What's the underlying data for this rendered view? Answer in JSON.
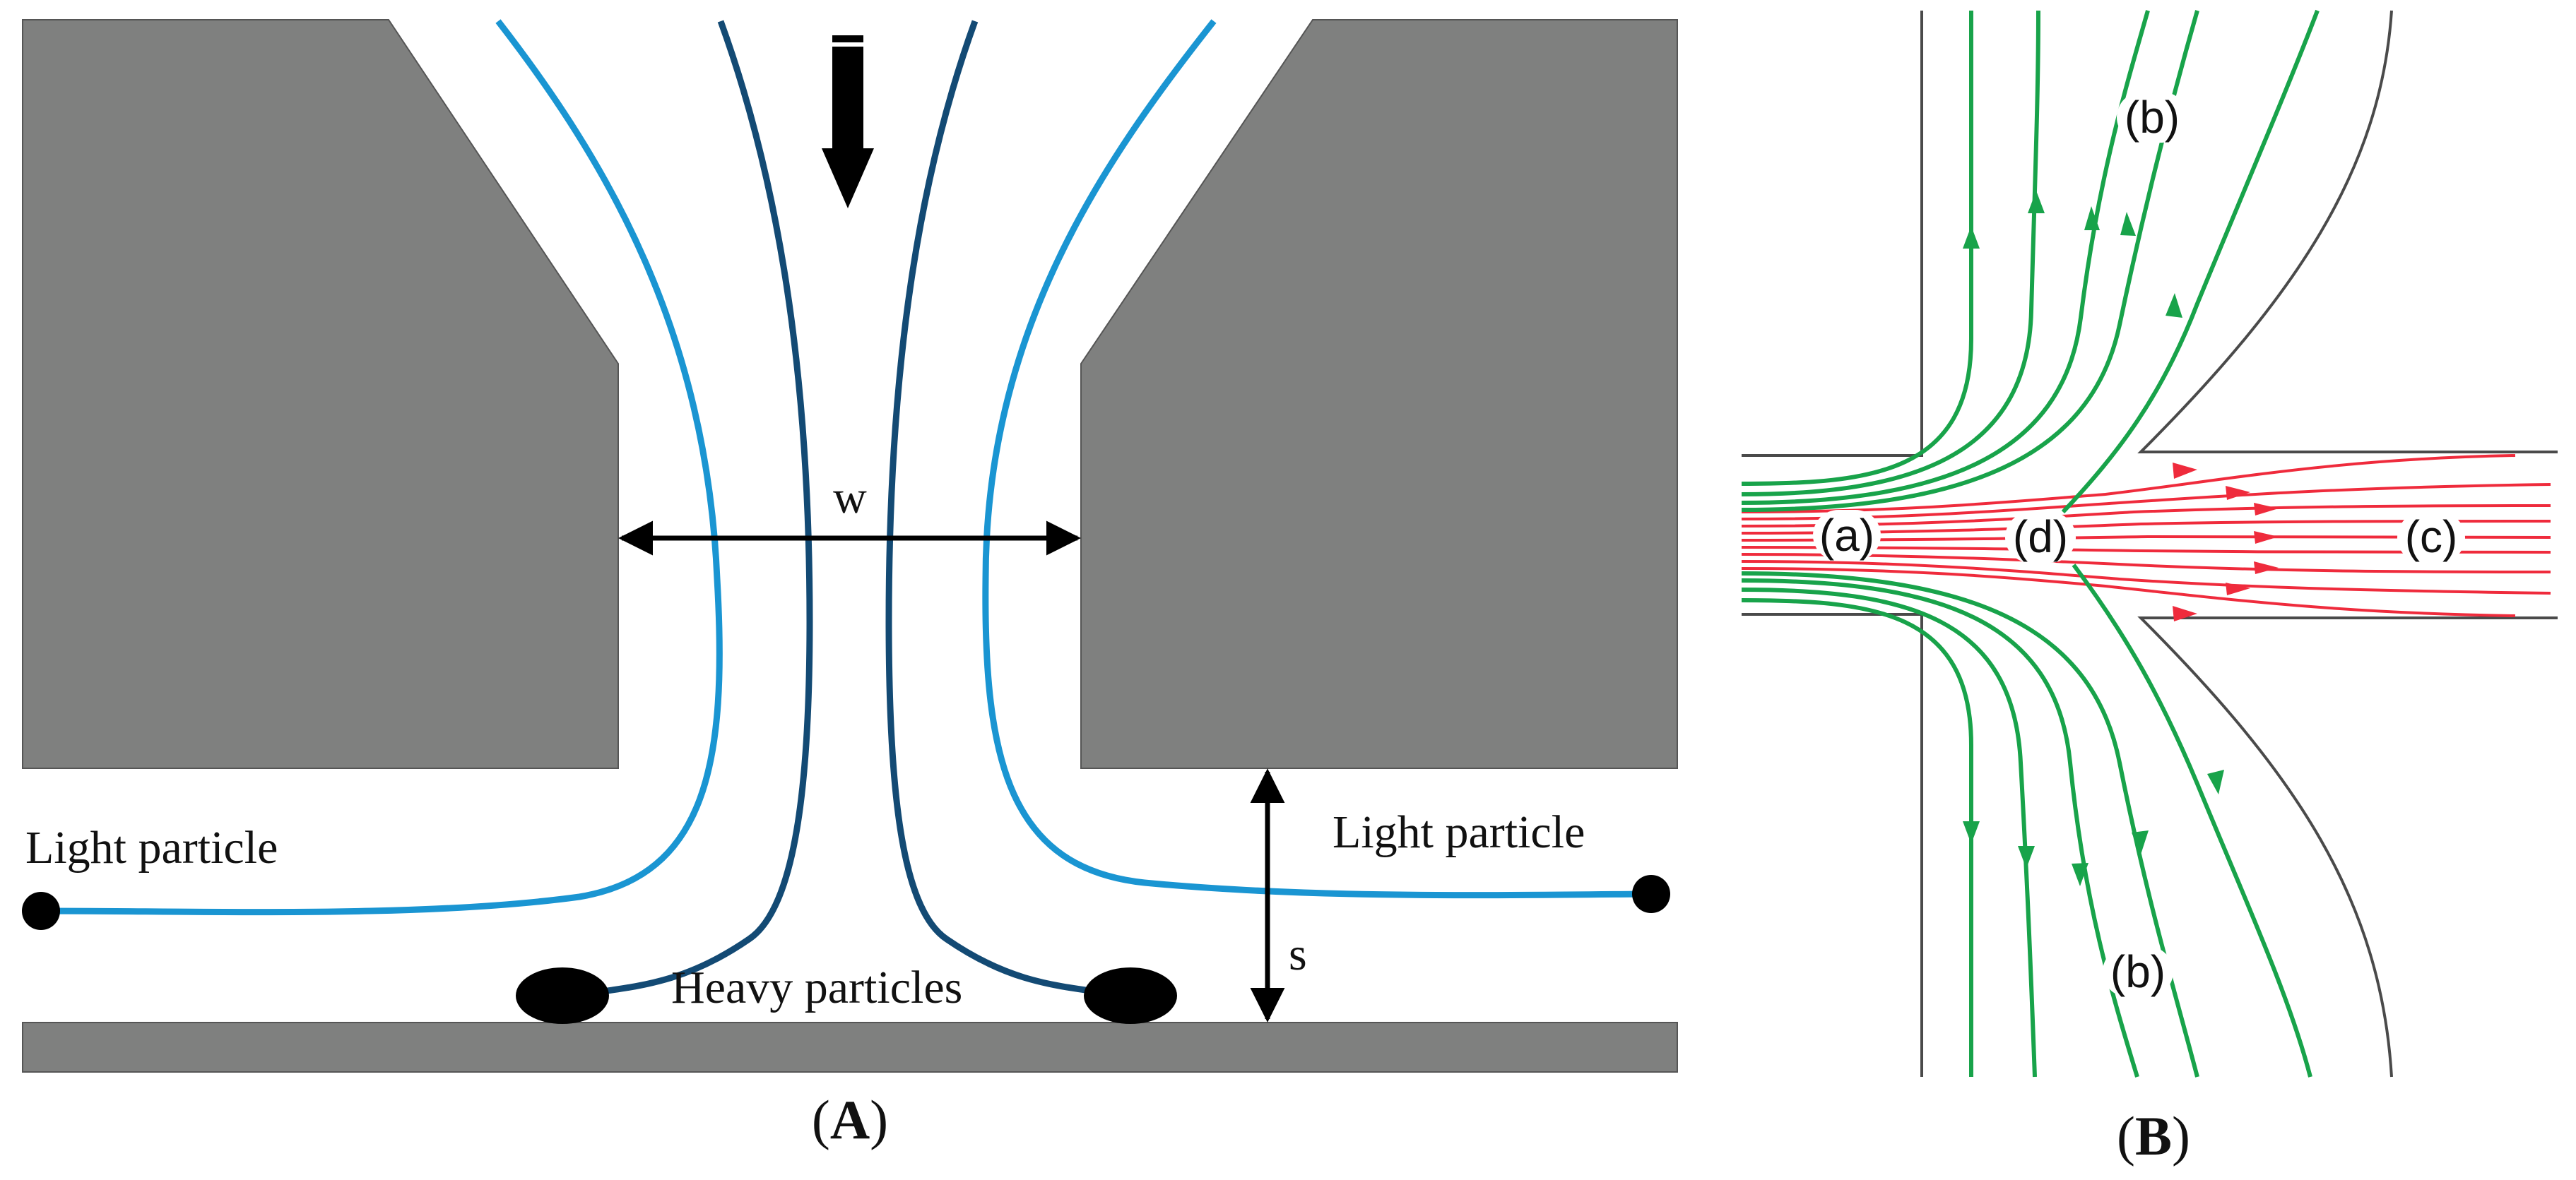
{
  "panel_a": {
    "caption_open": "(",
    "caption_letter": "A",
    "caption_close": ")",
    "width_label": "w",
    "gap_label": "s",
    "light_particle_left": "Light particle",
    "light_particle_right": "Light particle",
    "heavy_particles": "Heavy particles"
  },
  "panel_b": {
    "caption_open": "(",
    "caption_letter": "B",
    "caption_close": ")",
    "region_a": "(a)",
    "region_b_top": "(b)",
    "region_b_bottom": "(b)",
    "region_c": "(c)",
    "region_d": "(d)"
  },
  "colors": {
    "block_gray": "#7f807f",
    "light_streamline": "#1a95d2",
    "heavy_streamline": "#134a74",
    "outflow_streamline": "#18a34a",
    "inflow_streamline": "#ef2b3c",
    "wall_line": "#4a4a4a"
  }
}
